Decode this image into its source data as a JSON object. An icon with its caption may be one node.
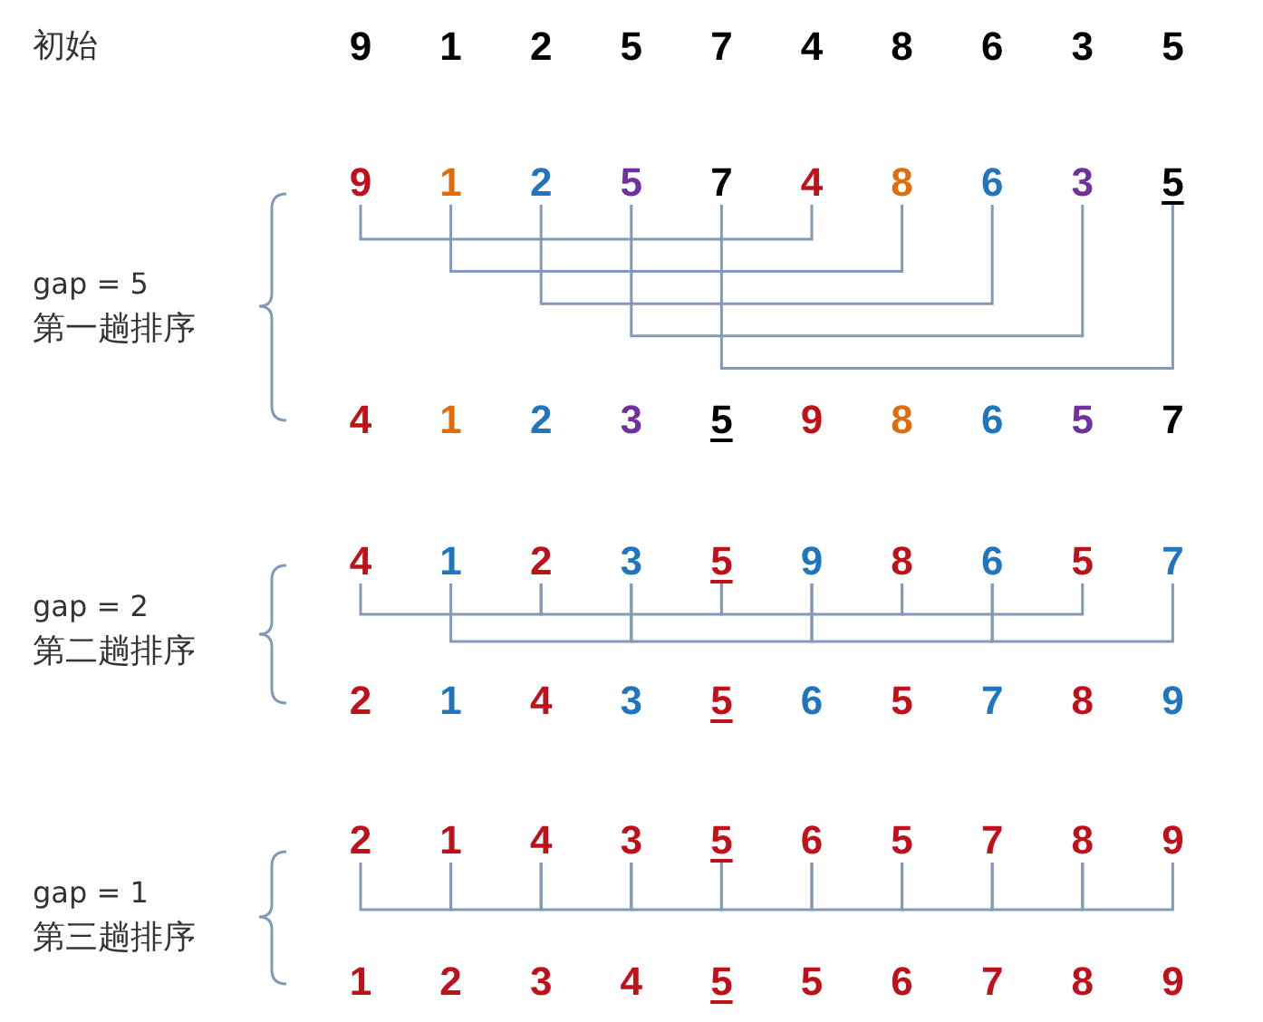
{
  "diagram": {
    "nodes": [
      {
        "text": [
          "9"
        ]
      },
      {
        "text": [
          "1"
        ]
      },
      {
        "text": [
          "2"
        ]
      },
      {
        "text": [
          "5"
        ]
      },
      {
        "text": [
          "7"
        ]
      },
      {
        "text": [
          "4"
        ]
      },
      {
        "text": [
          "8"
        ]
      },
      {
        "text": [
          "6"
        ]
      },
      {
        "text": [
          "3"
        ]
      },
      {
        "text": [
          "5"
        ]
      },
      {
        "text": [
          "4"
        ]
      },
      {
        "text": [
          "1"
        ]
      },
      {
        "text": [
          "2"
        ]
      },
      {
        "text": [
          "3"
        ]
      },
      {
        "text": [
          "5"
        ]
      },
      {
        "text": [
          "9"
        ]
      },
      {
        "text": [
          "8"
        ]
      },
      {
        "text": [
          "6"
        ]
      },
      {
        "text": [
          "5"
        ]
      },
      {
        "text": [
          "7"
        ]
      },
      {
        "text": [
          "2"
        ]
      },
      {
        "text": [
          "1"
        ]
      },
      {
        "text": [
          "4"
        ]
      },
      {
        "text": [
          "3"
        ]
      },
      {
        "text": [
          "5"
        ]
      },
      {
        "text": [
          "6"
        ]
      },
      {
        "text": [
          "5"
        ]
      },
      {
        "text": [
          "7"
        ]
      },
      {
        "text": [
          "8"
        ]
      },
      {
        "text": [
          "9"
        ]
      }
    ],
    "edges": [
      {
        "from": 0,
        "to": 5,
        "arrow": "none"
      },
      {
        "from": 1,
        "to": 6,
        "arrow": "none"
      },
      {
        "from": 2,
        "to": 7,
        "arrow": "none"
      },
      {
        "from": 3,
        "to": 8,
        "arrow": "none"
      },
      {
        "from": 4,
        "to": 9,
        "arrow": "none"
      },
      {
        "from": 10,
        "to": 12,
        "arrow": "none"
      },
      {
        "from": 12,
        "to": 14,
        "arrow": "none"
      },
      {
        "from": 14,
        "to": 16,
        "arrow": "none"
      },
      {
        "from": 16,
        "to": 18,
        "arrow": "none"
      },
      {
        "from": 11,
        "to": 13,
        "arrow": "none"
      },
      {
        "from": 13,
        "to": 15,
        "arrow": "none"
      },
      {
        "from": 15,
        "to": 17,
        "arrow": "none"
      },
      {
        "from": 17,
        "to": 19,
        "arrow": "none"
      },
      {
        "from": 20,
        "to": 21,
        "arrow": "none"
      },
      {
        "from": 21,
        "to": 22,
        "arrow": "none"
      },
      {
        "from": 22,
        "to": 23,
        "arrow": "none"
      },
      {
        "from": 23,
        "to": 24,
        "arrow": "none"
      },
      {
        "from": 24,
        "to": 25,
        "arrow": "none"
      },
      {
        "from": 25,
        "to": 26,
        "arrow": "none"
      },
      {
        "from": 26,
        "to": 27,
        "arrow": "none"
      },
      {
        "from": 27,
        "to": 28,
        "arrow": "none"
      },
      {
        "from": 28,
        "to": 29,
        "arrow": "none"
      }
    ],
    "labels": [
      "初始",
      "9",
      "1",
      "2",
      "5",
      "7",
      "4",
      "8",
      "6",
      "3",
      "5",
      "gap = 5",
      "第一趟排序",
      "4",
      "1",
      "2",
      "3",
      "5",
      "9",
      "8",
      "6",
      "5",
      "7",
      "gap = 2",
      "第二趟排序",
      "2",
      "1",
      "4",
      "3",
      "5",
      "6",
      "5",
      "7",
      "8",
      "9",
      "gap = 1",
      "第三趟排序",
      "1",
      "2",
      "3",
      "4",
      "5",
      "5",
      "6",
      "7",
      "8",
      "9"
    ]
  }
}
